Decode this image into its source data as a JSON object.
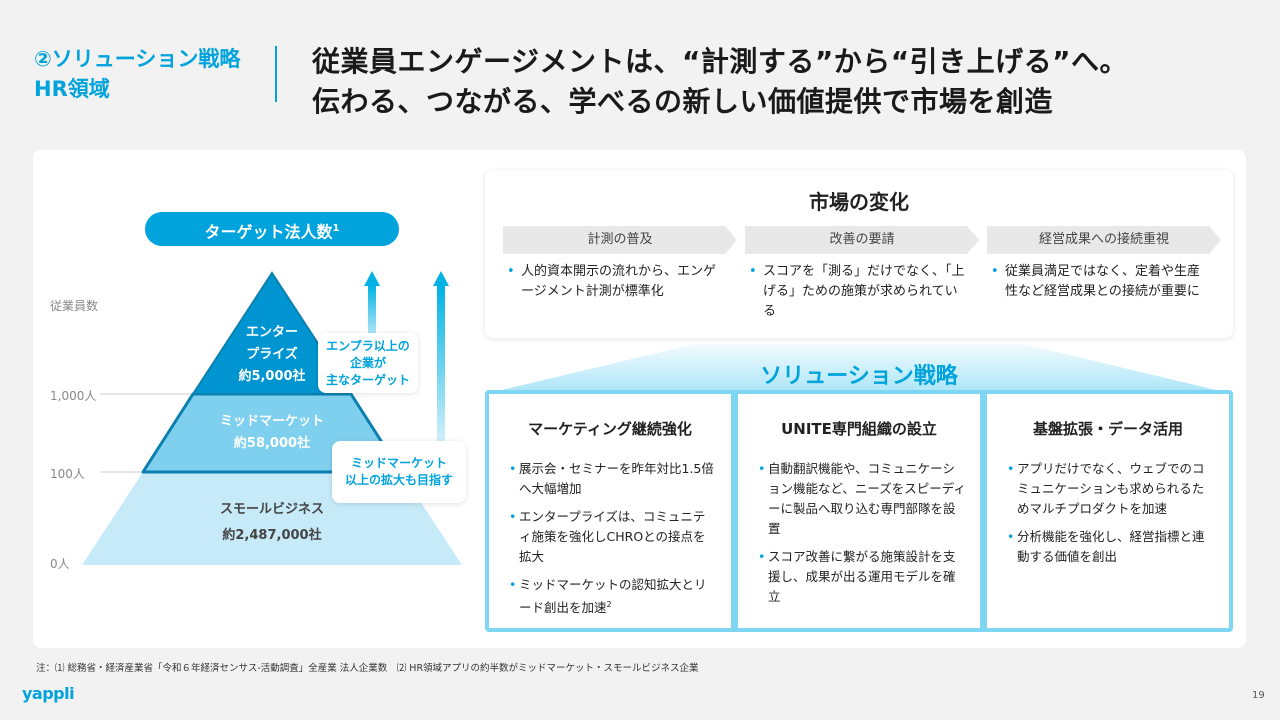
{
  "header": {
    "section_line1": "②ソリューション戦略",
    "section_line2": "HR領域",
    "headline_line1": "従業員エンゲージメントは、“計測する”から“引き上げる”へ。",
    "headline_line2": "伝わる、つながる、学べるの新しい価値提供で市場を創造"
  },
  "pyramid": {
    "title": "ターゲット法人数",
    "title_sup": "1",
    "axis_label": "従業員数",
    "ticks": [
      "1,000人",
      "100人",
      "0人"
    ],
    "tiers": [
      {
        "name_l1": "エンター",
        "name_l2": "プライズ",
        "count": "約5,000社"
      },
      {
        "name": "ミッドマーケット",
        "count": "約58,000社"
      },
      {
        "name": "スモールビジネス",
        "count": "約2,487,000社"
      }
    ],
    "callout1": [
      "エンプラ以上の",
      "企業が",
      "主なターゲット"
    ],
    "callout2": [
      "ミッドマーケット",
      "以上の拡大も目指す"
    ],
    "colors": {
      "enterprise": "#0095d0",
      "mid": "#7fd0ee",
      "small": "#c6eaf7"
    }
  },
  "market": {
    "title": "市場の変化",
    "columns": [
      {
        "header": "計測の普及",
        "text": "人的資本開示の流れから、エンゲージメント計測が標準化"
      },
      {
        "header": "改善の要請",
        "text": "スコアを「測る」だけでなく、「上げる」ための施策が求められている"
      },
      {
        "header": "経営成果への接続重視",
        "text": "従業員満足ではなく、定着や生産性など経営成果との接続が重要に"
      }
    ]
  },
  "solution": {
    "title": "ソリューション戦略",
    "cards": [
      {
        "title": "マーケティング継続強化",
        "bullets": [
          "展示会・セミナーを昨年対比1.5倍へ大幅増加",
          "エンタープライズは、コミュニティ施策を強化しCHROとの接点を拡大",
          "ミッドマーケットの認知拡大とリード創出を加速"
        ],
        "sup": "2"
      },
      {
        "title": "UNITE専門組織の設立",
        "bullets": [
          "自動翻訳機能や、コミュニケーション機能など、ニーズをスピーディーに製品へ取り込む専門部隊を設置",
          "スコア改善に繋がる施策設計を支援し、成果が出る運用モデルを確立"
        ]
      },
      {
        "title": "基盤拡張・データ活用",
        "bullets": [
          "アプリだけでなく、ウェブでのコミュニケーションも求められるためマルチプロダクトを加速",
          "分析機能を強化し、経営指標と連動する価値を創出"
        ]
      }
    ]
  },
  "footer": {
    "note": "注：⑴ 総務省・経済産業省「令和６年経済センサス‐活動調査」全産業 法人企業数　⑵ HR領域アプリの約半数がミッドマーケット・スモールビジネス企業",
    "logo": "yappli",
    "page": "19"
  },
  "accent": "#00a3db"
}
